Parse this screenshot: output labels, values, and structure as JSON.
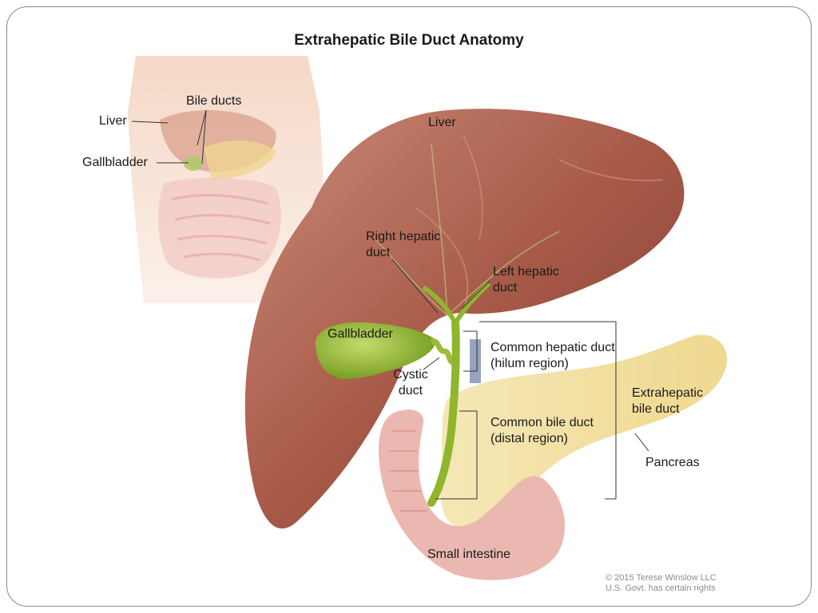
{
  "title": "Extrahepatic Bile Duct Anatomy",
  "inset": {
    "liver": "Liver",
    "bile_ducts": "Bile ducts",
    "gallbladder": "Gallbladder"
  },
  "main": {
    "liver": "Liver",
    "right_hepatic_duct": "Right hepatic duct",
    "left_hepatic_duct": "Left hepatic duct",
    "gallbladder": "Gallbladder",
    "common_hepatic_duct": "Common hepatic duct (hilum region)",
    "cystic_duct": "Cystic duct",
    "extrahepatic_bile_duct": "Extrahepatic bile duct",
    "common_bile_duct": "Common bile duct (distal region)",
    "pancreas": "Pancreas",
    "small_intestine": "Small intestine"
  },
  "copyright": {
    "line1": "© 2015 Terese Winslow LLC",
    "line2": "U.S. Govt. has certain rights"
  },
  "colors": {
    "liver": "#a85a48",
    "gallbladder": "#8fb62d",
    "pancreas": "#f3e2a8",
    "intestine": "#e9b3ad",
    "skin": "#f6dccb"
  }
}
